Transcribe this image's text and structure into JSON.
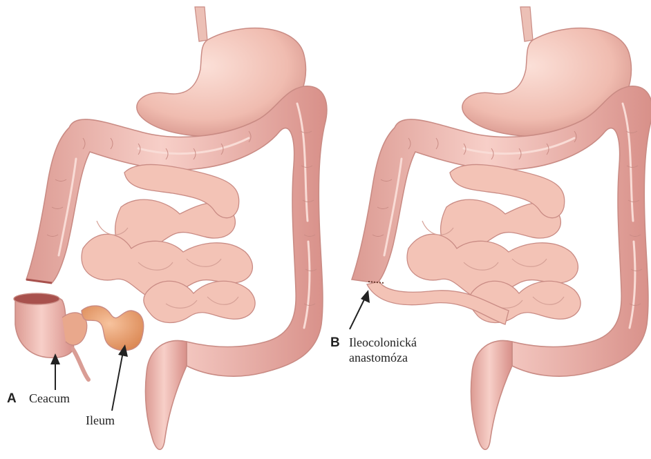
{
  "panel_a": {
    "letter": "A",
    "caecum_label": "Ceacum",
    "ileum_label": "Ileum"
  },
  "panel_b": {
    "letter": "B",
    "anastomosis_line1": "Ileocolonická",
    "anastomosis_line2": "anastomóza"
  },
  "colors": {
    "outline": "#c98b84",
    "colon": "#f0b7ae",
    "colon_shade": "#d9918a",
    "stomach": "#f2c0b4",
    "small_bowel": "#f3c3b6",
    "resected_segment": "#e49a6f"
  }
}
